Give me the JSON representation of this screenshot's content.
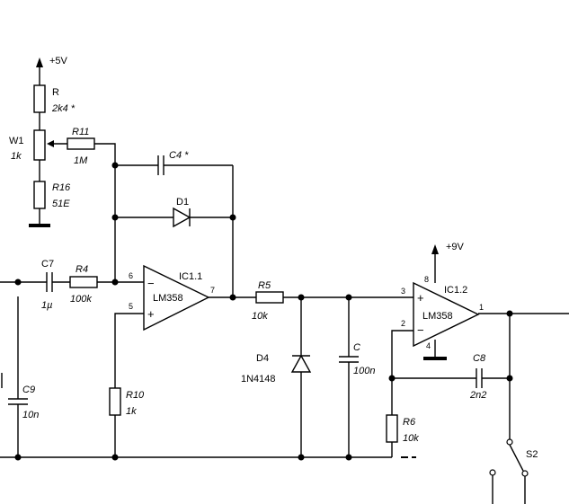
{
  "supplies": {
    "plus5v": "+5V",
    "plus9v": "+9V"
  },
  "components": {
    "R": {
      "ref": "R",
      "value": "2k4 *"
    },
    "W1": {
      "ref": "W1",
      "value": "1k"
    },
    "R11": {
      "ref": "R11",
      "value": "1M"
    },
    "R16": {
      "ref": "R16",
      "value": "51E"
    },
    "C4": {
      "ref": "C4 *"
    },
    "D1": {
      "ref": "D1"
    },
    "C7": {
      "ref": "C7",
      "value": "1µ"
    },
    "R4": {
      "ref": "R4",
      "value": "100k"
    },
    "IC1_1": {
      "ref": "IC1.1",
      "part": "LM358",
      "pin_inv": "6",
      "pin_noninv": "5",
      "pin_out": "7"
    },
    "R10": {
      "ref": "R10",
      "value": "1k"
    },
    "C9": {
      "ref": "C9",
      "value": "10n"
    },
    "R5": {
      "ref": "R5",
      "value": "10k"
    },
    "D4": {
      "ref": "D4",
      "part": "1N4148"
    },
    "C": {
      "ref": "C",
      "value": "100n"
    },
    "IC1_2": {
      "ref": "IC1.2",
      "part": "LM358",
      "pin_noninv": "3",
      "pin_inv": "2",
      "pin_out": "1",
      "pin_vcc": "8",
      "pin_gnd": "4"
    },
    "C8": {
      "ref": "C8",
      "value": "2n2"
    },
    "R6": {
      "ref": "R6",
      "value": "10k"
    },
    "S2": {
      "ref": "S2"
    }
  }
}
